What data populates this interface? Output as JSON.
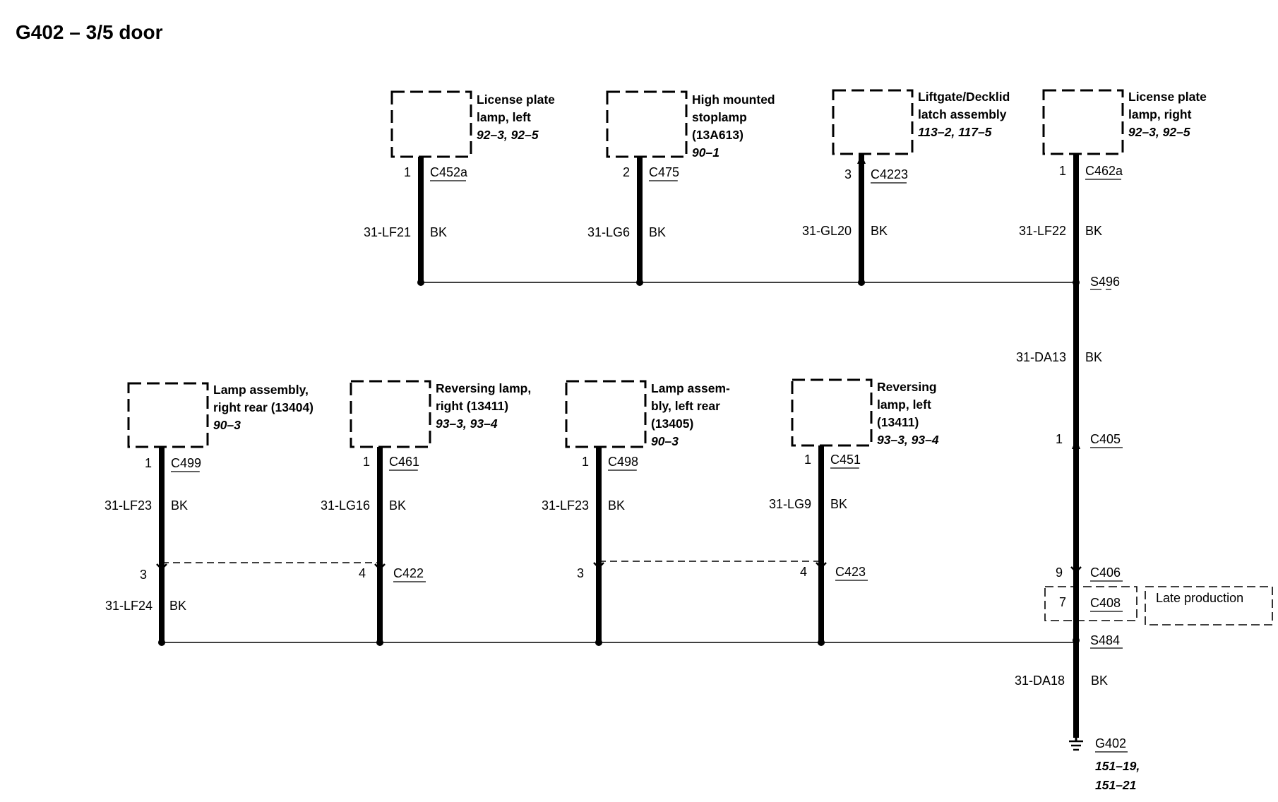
{
  "title": "G402 – 3/5 door",
  "components": [
    {
      "id": "license-plate-lamp-left",
      "lines": [
        "License plate",
        "lamp, left"
      ],
      "refs": "92–3, 92–5",
      "pin": "1",
      "connector": "C452a",
      "circuit": "31-LF21",
      "color": "BK"
    },
    {
      "id": "high-mounted-stoplamp",
      "lines": [
        "High mounted",
        "stoplamp",
        "(13A613)"
      ],
      "refs": "90–1",
      "pin": "2",
      "connector": "C475",
      "circuit": "31-LG6",
      "color": "BK"
    },
    {
      "id": "liftgate-decklid-latch",
      "lines": [
        "Liftgate/Decklid",
        "latch assembly"
      ],
      "refs": "113–2, 117–5",
      "pin": "3",
      "connector": "C4223",
      "circuit": "31-GL20",
      "color": "BK"
    },
    {
      "id": "license-plate-lamp-right",
      "lines": [
        "License plate",
        "lamp, right"
      ],
      "refs": "92–3, 92–5",
      "pin": "1",
      "connector": "C462a",
      "circuit": "31-LF22",
      "color": "BK"
    },
    {
      "id": "lamp-assembly-right-rear",
      "lines": [
        "Lamp assembly,",
        "right rear (13404)"
      ],
      "refs": "90–3",
      "pin": "1",
      "connector": "C499",
      "circuit": "31-LF23",
      "color": "BK"
    },
    {
      "id": "reversing-lamp-right",
      "lines": [
        "Reversing lamp,",
        "right (13411)"
      ],
      "refs": "93–3, 93–4",
      "pin": "1",
      "connector": "C461",
      "circuit": "31-LG16",
      "color": "BK"
    },
    {
      "id": "lamp-assembly-left-rear",
      "lines": [
        "Lamp assem-",
        "bly, left rear",
        "(13405)"
      ],
      "refs": "90–3",
      "pin": "1",
      "connector": "C498",
      "circuit": "31-LF23",
      "color": "BK"
    },
    {
      "id": "reversing-lamp-left",
      "lines": [
        "Reversing",
        "lamp, left",
        "(13411)"
      ],
      "refs": "93–3, 93–4",
      "pin": "1",
      "connector": "C451",
      "circuit": "31-LG9",
      "color": "BK"
    }
  ],
  "inline_connectors": [
    {
      "id": "c422-left",
      "pin": "3",
      "connector": ""
    },
    {
      "id": "c422-right",
      "pin": "4",
      "connector": "C422"
    },
    {
      "id": "c423-left",
      "pin": "3",
      "connector": ""
    },
    {
      "id": "c423-right",
      "pin": "4",
      "connector": "C423"
    }
  ],
  "lower_left_wire": {
    "circuit": "31-LF24",
    "color": "BK"
  },
  "splices": {
    "upper": "S496",
    "lower": "S484"
  },
  "trunk": {
    "upper": {
      "circuit": "31-DA13",
      "color": "BK"
    },
    "c405": {
      "pin": "1",
      "connector": "C405"
    },
    "c406": {
      "pin": "9",
      "connector": "C406"
    },
    "c408": {
      "pin": "7",
      "connector": "C408"
    },
    "late_production": "Late production",
    "lower": {
      "circuit": "31-DA18",
      "color": "BK"
    }
  },
  "ground": {
    "name": "G402",
    "refs": [
      "151–19,",
      "151–21"
    ]
  }
}
